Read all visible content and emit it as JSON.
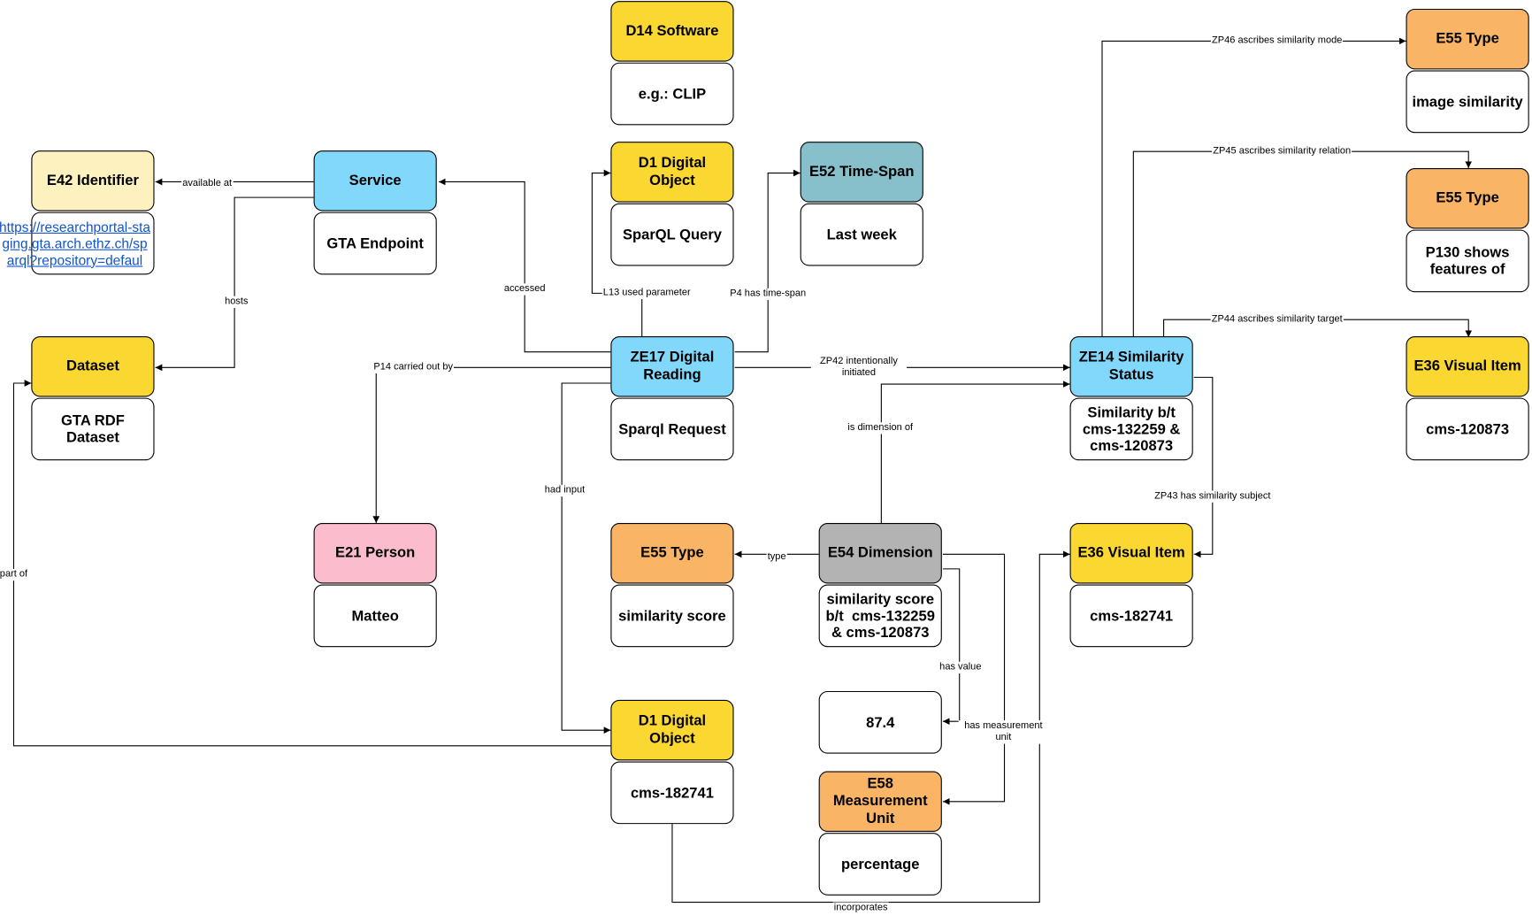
{
  "colors": {
    "yellow": "#fbd731",
    "blue": "#82d8fb",
    "orange": "#fab466",
    "pink": "#fbbccd",
    "teal": "#87bfcb",
    "gray": "#b3b3b3",
    "lightyellow": "#fdf1bf"
  },
  "nodes": {
    "d14_software": {
      "type": "D14 Software",
      "value": "e.g.: CLIP",
      "color": "#fbd731"
    },
    "d1_query": {
      "type": "D1 Digital Object",
      "value": "SparQL Query",
      "color": "#fbd731"
    },
    "e52_timespan": {
      "type": "E52 Time-Span",
      "value": "Last week",
      "color": "#87bfcb"
    },
    "e42_identifier": {
      "type": "E42 Identifier",
      "value": "https://researchportal-staging.gta.arch.ethz.ch/sparql?repository=defaul",
      "color": "#fdf1bf"
    },
    "service": {
      "type": "Service",
      "value": "GTA Endpoint",
      "color": "#82d8fb"
    },
    "dataset": {
      "type": "Dataset",
      "value": "GTA RDF Dataset",
      "color": "#fbd731"
    },
    "ze17_reading": {
      "type": "ZE17 Digital Reading",
      "value": "Sparql Request",
      "color": "#82d8fb"
    },
    "ze14_status": {
      "type": "ZE14 Similarity Status",
      "value": "Similarity b/t cms-132259 & cms-120873",
      "color": "#82d8fb"
    },
    "e55_mode": {
      "type": "E55 Type",
      "value": "image similarity",
      "color": "#fab466"
    },
    "e55_relation": {
      "type": "E55 Type",
      "value": "P130 shows features of",
      "color": "#fab466"
    },
    "e36_target": {
      "type": "E36 Visual Item",
      "value": "cms-120873",
      "color": "#fbd731"
    },
    "e21_person": {
      "type": "E21 Person",
      "value": "Matteo",
      "color": "#fbbccd"
    },
    "e55_score": {
      "type": "E55 Type",
      "value": "similarity score",
      "color": "#fab466"
    },
    "e54_dimension": {
      "type": "E54 Dimension",
      "value": "similarity score b/t  cms-132259 & cms-120873",
      "color": "#b3b3b3"
    },
    "e36_subject": {
      "type": "E36 Visual Item",
      "value": "cms-182741",
      "color": "#fbd731"
    },
    "value_box": {
      "value": "87.4"
    },
    "d1_object": {
      "type": "D1 Digital Object",
      "value": "cms-182741",
      "color": "#fbd731"
    },
    "e58_unit": {
      "type": "E58 Measurement Unit",
      "value": "percentage",
      "color": "#fab466"
    }
  },
  "edges": {
    "available_at": "available at",
    "hosts": "hosts",
    "accessed": "accessed",
    "l13": "L13 used parameter",
    "p4": "P4 has time-span",
    "p14": "P14 carried out by",
    "zp42": "ZP42 intentionally initiated",
    "zp46": "ZP46 ascribes similarity mode",
    "zp45": "ZP45 ascribes similarity relation",
    "zp44": "ZP44 ascribes similarity target",
    "zp43": "ZP43 has similarity subject",
    "is_dimension_of": "is dimension of",
    "had_input": "had input",
    "type": "type",
    "has_value": "has value",
    "has_measurement_unit": "has measurement unit",
    "part_of": "part of",
    "incorporates": "incorporates"
  }
}
